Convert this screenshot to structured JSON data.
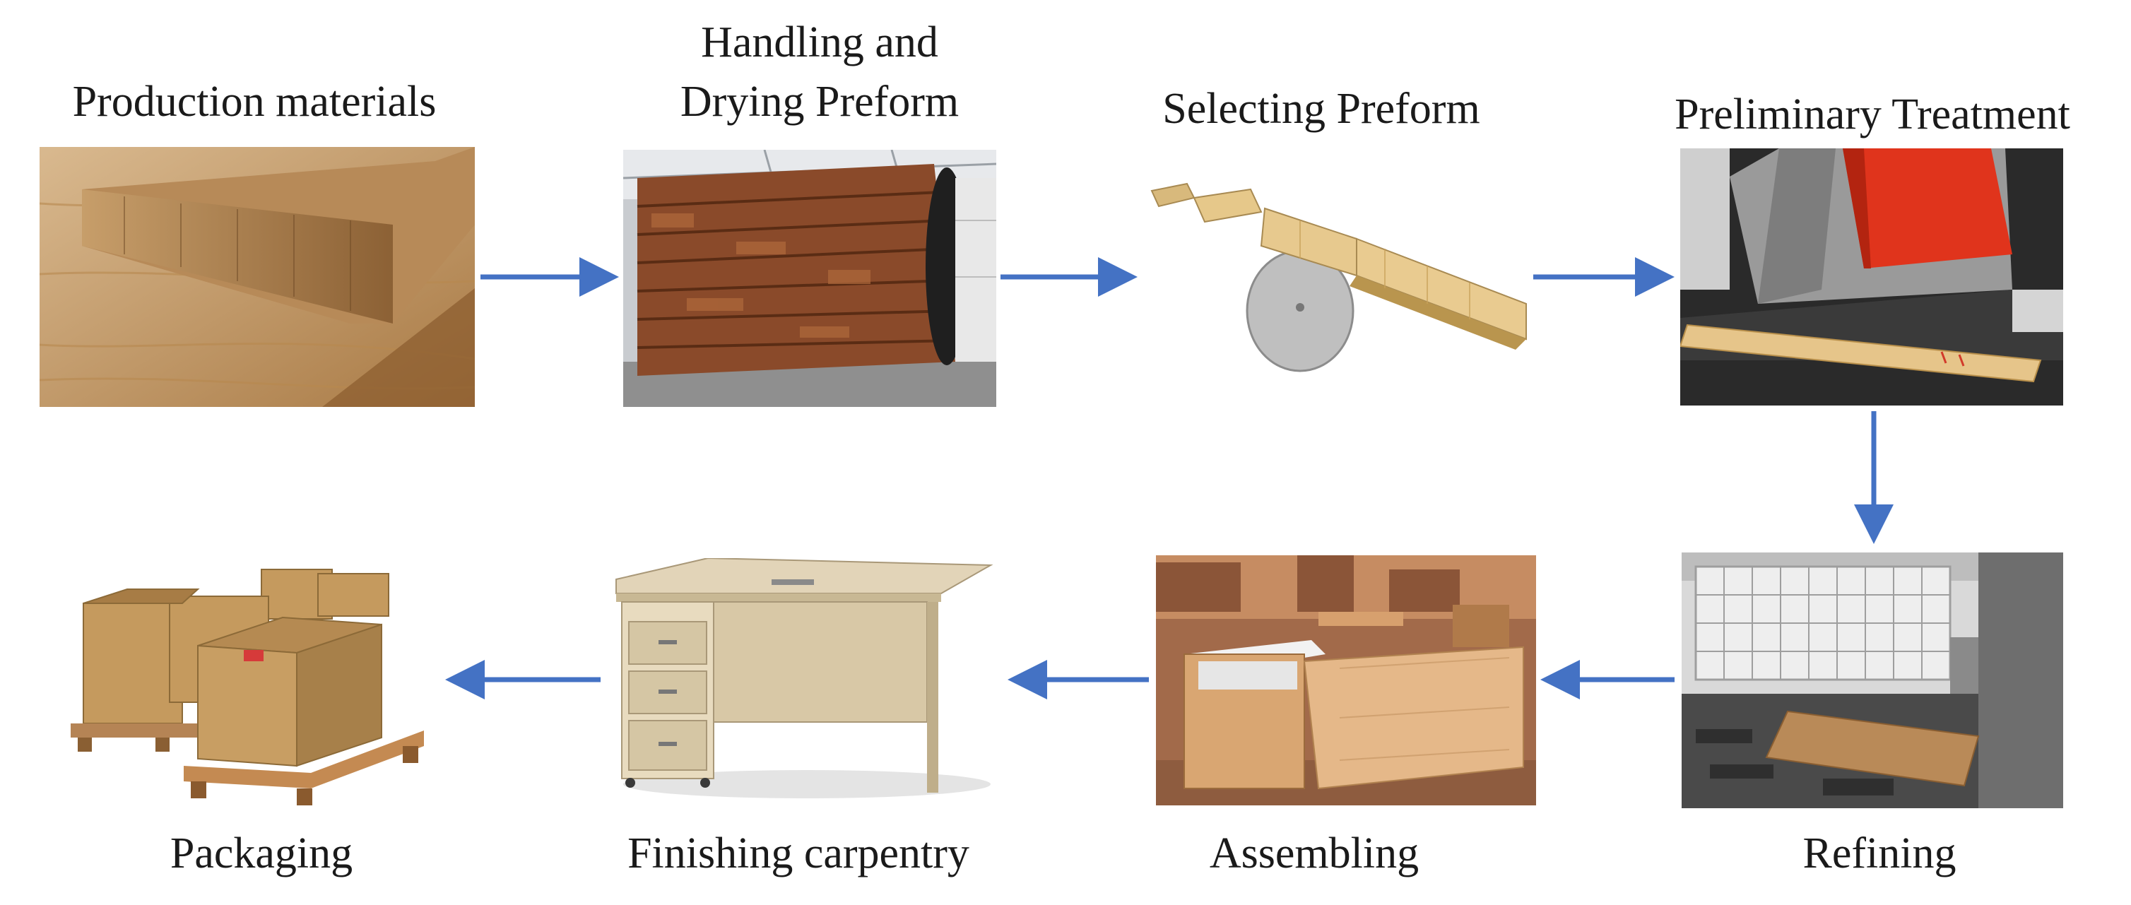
{
  "steps": [
    {
      "label": "Production materials",
      "image": "wood-boards"
    },
    {
      "label_line1": "Handling and",
      "label_line2": "Drying Preform",
      "image": "lumber-drying-kiln"
    },
    {
      "label": "Selecting Preform",
      "image": "saw-blade-cutting-board"
    },
    {
      "label": "Preliminary Treatment",
      "image": "edge-banding-machine"
    },
    {
      "label": "Refining",
      "image": "cnc-machining-center"
    },
    {
      "label": "Assembling",
      "image": "furniture-assembly-workshop"
    },
    {
      "label": "Finishing carpentry",
      "image": "office-desk"
    },
    {
      "label": "Packaging",
      "image": "boxes-on-pallet"
    }
  ],
  "colors": {
    "arrow": "#4472c4",
    "text": "#1a1a1a"
  }
}
